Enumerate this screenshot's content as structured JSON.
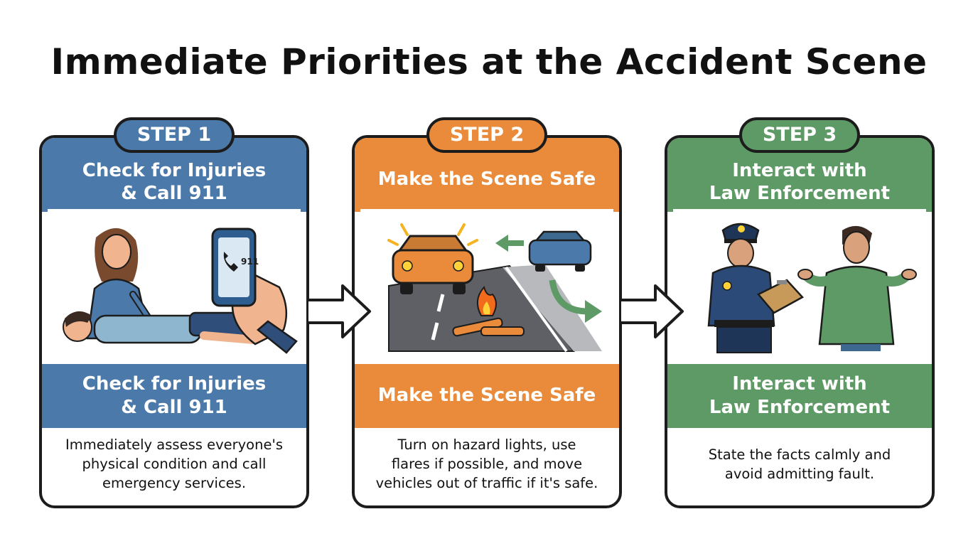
{
  "title": "Immediate Priorities at the Accident Scene",
  "colors": {
    "blue": "#4b79a9",
    "orange": "#e98b3a",
    "green": "#5e9a65",
    "outline": "#1c1c1c"
  },
  "steps": [
    {
      "label": "STEP 1",
      "heading_top": "Check for Injuries\n& Call 911",
      "heading_mid": "Check for Injuries\n& Call 911",
      "phone_text": "911",
      "description": "Immediately assess everyone's\nphysical condition and call\nemergency services."
    },
    {
      "label": "STEP 2",
      "heading_top": "Make the Scene Safe",
      "heading_mid": "Make the Scene Safe",
      "description": "Turn on hazard lights, use\nflares if possible, and move\nvehicles out of traffic if it's safe."
    },
    {
      "label": "STEP 3",
      "heading_top": "Interact with\nLaw Enforcement",
      "heading_mid": "Interact with\nLaw Enforcement",
      "description": "State the facts calmly and\navoid admitting fault."
    }
  ],
  "icons": [
    "phone-icon",
    "car-icon",
    "flare-icon",
    "police-officer-icon",
    "person-icon",
    "arrow-right-icon"
  ]
}
